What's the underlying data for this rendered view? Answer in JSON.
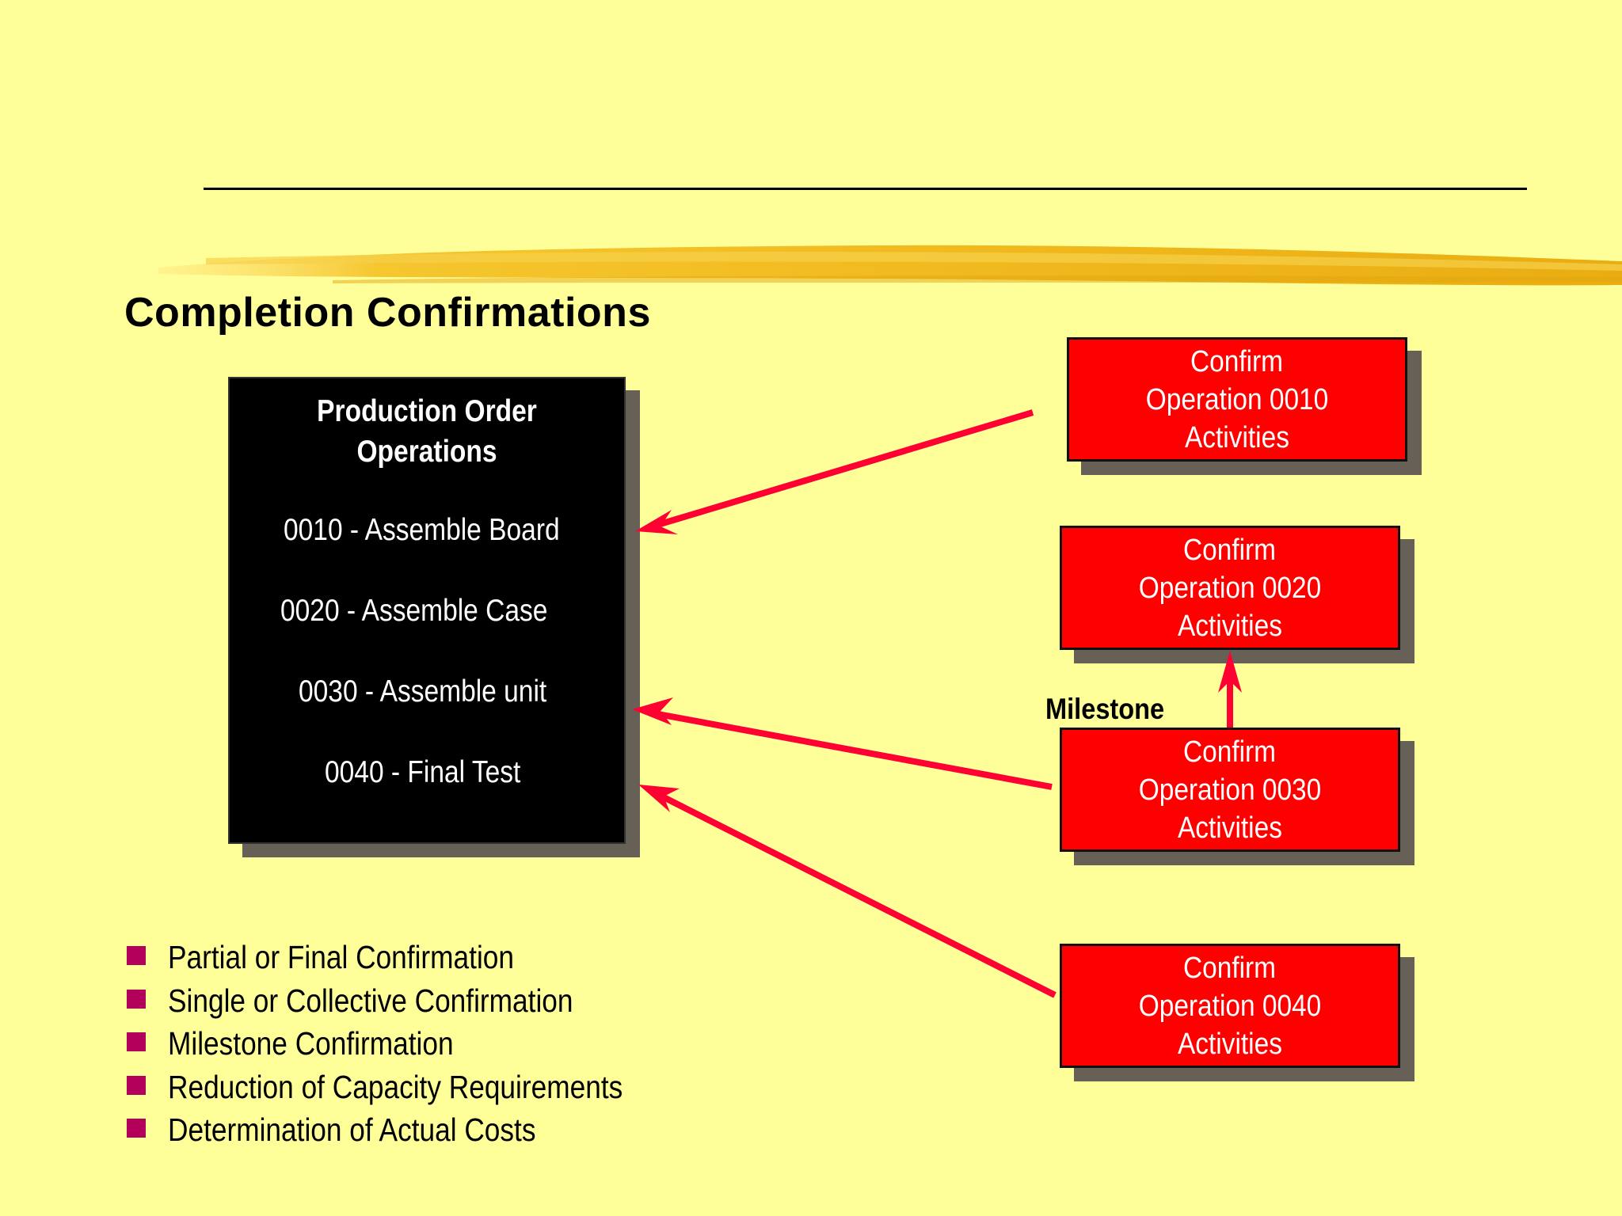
{
  "slide": {
    "title": "Completion Confirmations",
    "background_color": "#ffff99",
    "accent_color": "#ff0000"
  },
  "operations_box": {
    "heading_line1": "Production Order",
    "heading_line2": "Operations",
    "items": [
      "0010 - Assemble Board",
      "0020 - Assemble Case",
      "0030 - Assemble unit",
      "0040 - Final Test"
    ]
  },
  "confirm_boxes": [
    {
      "line1": "Confirm",
      "line2": "Operation 0010",
      "line3": "Activities"
    },
    {
      "line1": "Confirm",
      "line2": "Operation 0020",
      "line3": "Activities"
    },
    {
      "line1": "Confirm",
      "line2": "Operation 0030",
      "line3": "Activities"
    },
    {
      "line1": "Confirm",
      "line2": "Operation 0040",
      "line3": "Activities"
    }
  ],
  "milestone_label": "Milestone",
  "bullets": [
    "Partial or Final Confirmation",
    "Single or Collective Confirmation",
    "Milestone Confirmation",
    "Reduction of Capacity Requirements",
    "Determination of Actual Costs"
  ]
}
